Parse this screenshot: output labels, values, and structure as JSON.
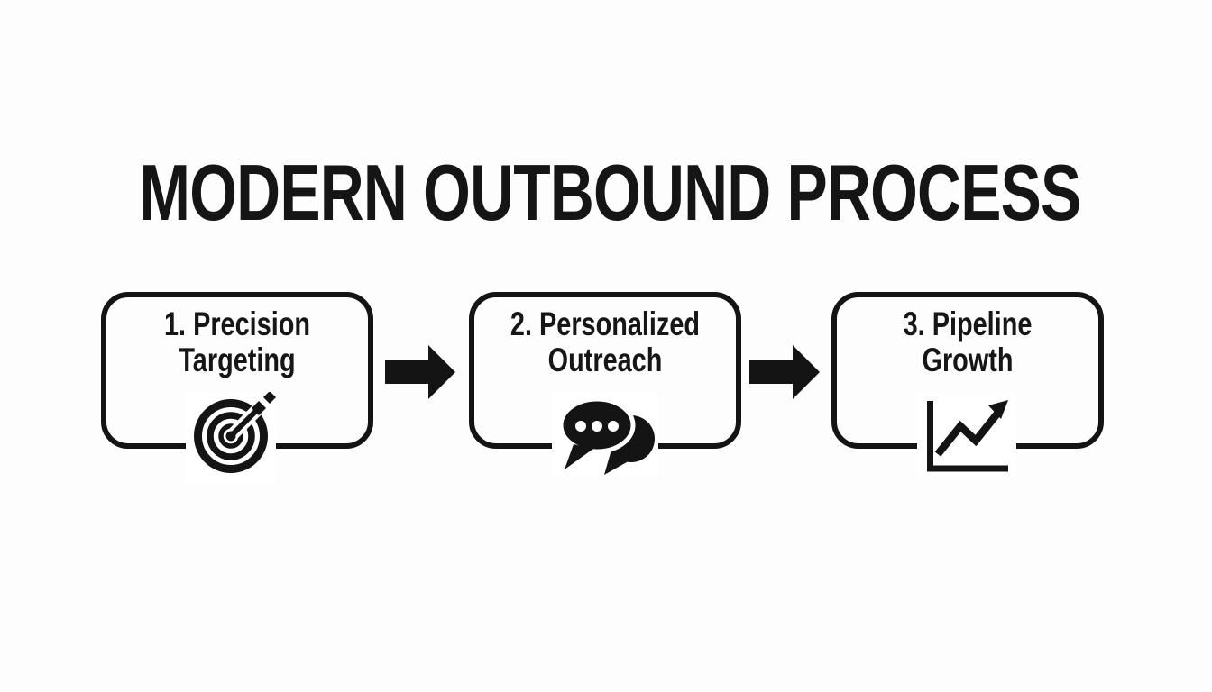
{
  "title": "MODERN OUTBOUND PROCESS",
  "steps": [
    {
      "line1": "1. Precision",
      "line2": "Targeting",
      "icon": "target-icon"
    },
    {
      "line1": "2. Personalized",
      "line2": "Outreach",
      "icon": "chat-bubbles-icon"
    },
    {
      "line1": "3. Pipeline",
      "line2": "Growth",
      "icon": "growth-chart-icon"
    }
  ],
  "connectors": [
    {
      "icon": "arrow-right-icon"
    },
    {
      "icon": "arrow-right-icon"
    }
  ],
  "colors": {
    "ink": "#141414",
    "background": "#fdfdfd"
  }
}
